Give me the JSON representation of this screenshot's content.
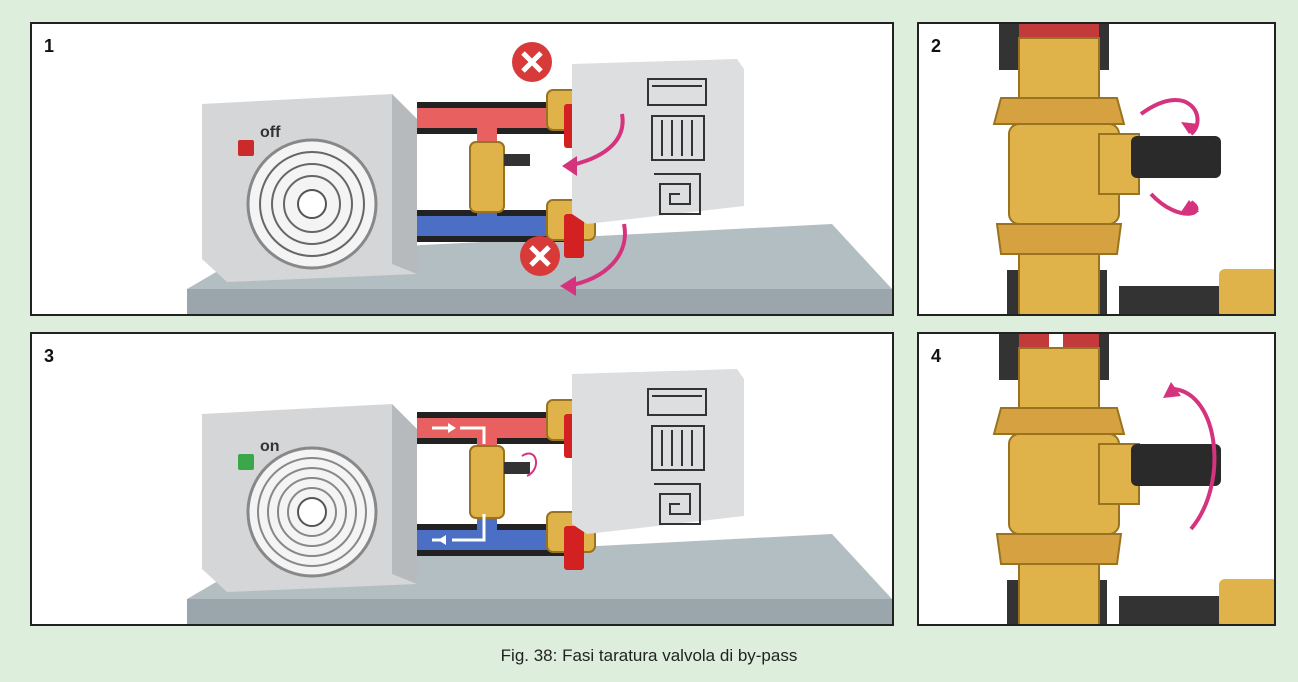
{
  "panels": [
    {
      "number": "1",
      "status_label": "off"
    },
    {
      "number": "2"
    },
    {
      "number": "3",
      "status_label": "on"
    },
    {
      "number": "4"
    }
  ],
  "caption": "Fig. 38: Fasi taratura valvola di by-pass",
  "colors": {
    "background": "#deeedd",
    "hot_pipe": "#e8605f",
    "cold_pipe": "#4a6fc4",
    "brass": "#e0b24a",
    "arrow": "#d6337f",
    "off_indicator": "#cc2a2a",
    "on_indicator": "#3aa84a",
    "blocked_icon": "#d83a3a"
  }
}
